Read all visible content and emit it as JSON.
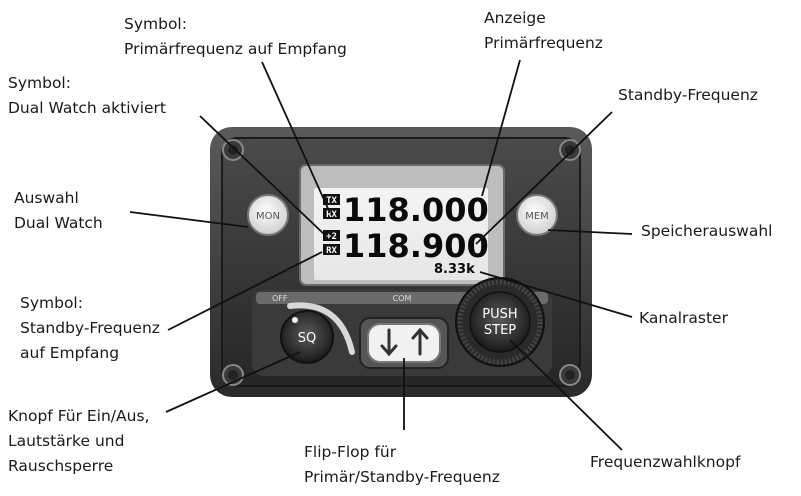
{
  "device": {
    "display": {
      "symbol_tx": "TX",
      "symbol_rx_primary": "RX",
      "symbol_dual_watch": "+2",
      "symbol_rx_standby": "RX",
      "primary_frequency": "118.000",
      "standby_frequency": "118.900",
      "channel_spacing": "8.33k"
    },
    "buttons": {
      "mon": "MON",
      "mem": "MEM",
      "sq": "SQ",
      "push_step_line1": "PUSH",
      "push_step_line2": "STEP"
    },
    "panel_labels": {
      "off": "OFF",
      "com": "COM"
    }
  },
  "callouts": {
    "symbol_primary_rx": [
      "Symbol:",
      "Primärfrequenz auf Empfang"
    ],
    "primary_display": [
      "Anzeige",
      "Primärfrequenz"
    ],
    "symbol_dual_watch": [
      "Symbol:",
      "Dual Watch aktiviert"
    ],
    "standby_frequency": [
      "Standby-Frequenz"
    ],
    "dual_watch_select": [
      "Auswahl",
      "Dual Watch"
    ],
    "memory_select": [
      "Speicherauswahl"
    ],
    "symbol_standby_rx": [
      "Symbol:",
      "Standby-Frequenz",
      "auf Empfang"
    ],
    "channel_spacing": [
      "Kanalraster"
    ],
    "power_knob": [
      "Knopf Für Ein/Aus,",
      "Lautstärke und",
      "Rauschsperre"
    ],
    "flip_flop": [
      "Flip-Flop für",
      "Primär/Standby-Frequenz"
    ],
    "frequency_knob": [
      "Frequenzwahlknopf"
    ]
  }
}
